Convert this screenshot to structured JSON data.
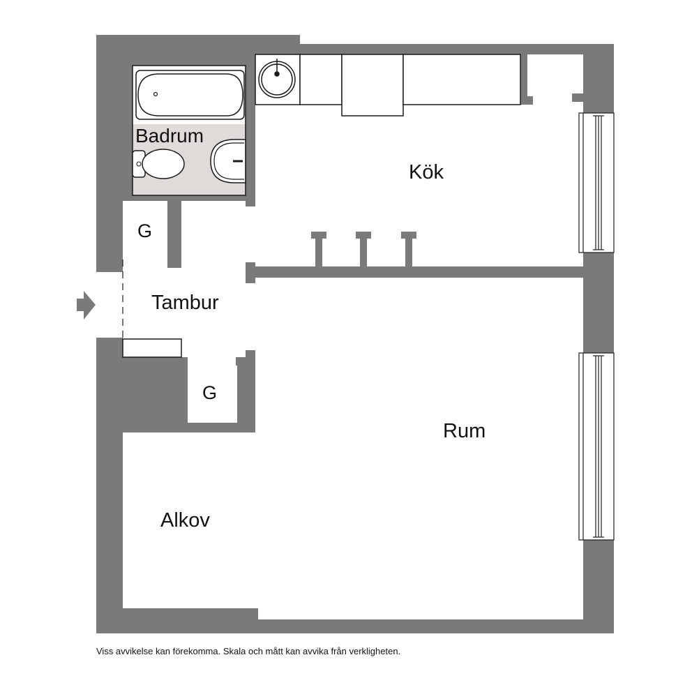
{
  "colors": {
    "wall": "#7a7a7a",
    "floor": "#ffffff",
    "bathroom_floor": "#dfdbd8",
    "fixture_stroke": "#1a1a1a",
    "label": "#111111"
  },
  "rooms": {
    "bathroom": "Badrum",
    "kitchen": "Kök",
    "hall": "Tambur",
    "closet_top": "G",
    "closet_bottom": "G",
    "living_room": "Rum",
    "alcove": "Alkov"
  },
  "fixtures": [
    "bathtub-icon",
    "toilet-icon",
    "washbasin-icon",
    "kitchen-sink-icon",
    "entrance-arrow-icon"
  ],
  "disclaimer": "Viss avvikelse kan förekomma. Skala och mått kan avvika från verkligheten."
}
